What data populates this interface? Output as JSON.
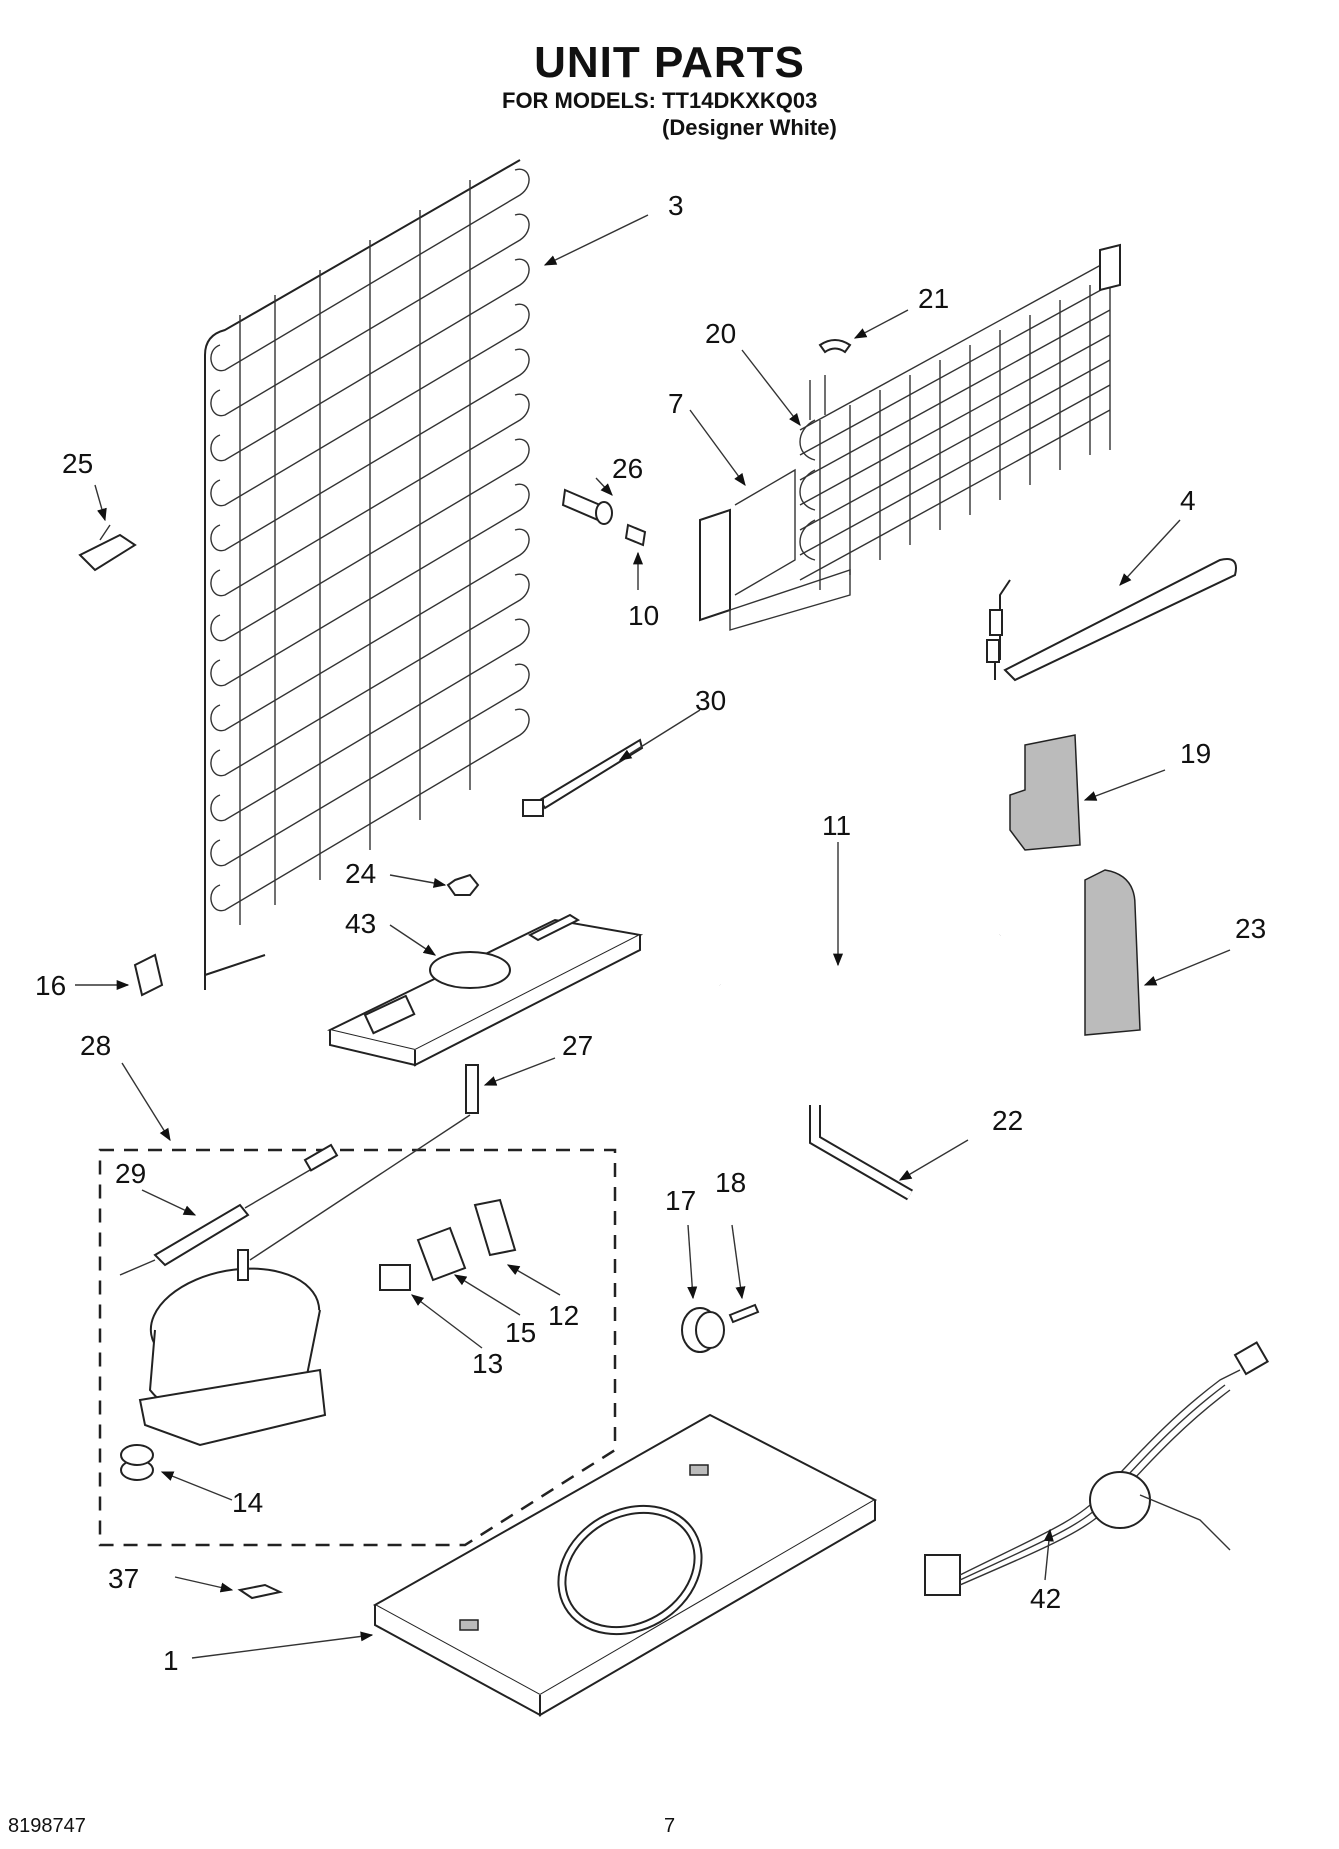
{
  "header": {
    "title": "UNIT PARTS",
    "models_line": "FOR MODELS: TT14DKXKQ03",
    "variant_line": "(Designer White)"
  },
  "callouts": [
    "3",
    "21",
    "20",
    "7",
    "26",
    "25",
    "10",
    "4",
    "30",
    "19",
    "11",
    "24",
    "43",
    "23",
    "16",
    "27",
    "28",
    "22",
    "29",
    "17",
    "18",
    "12",
    "15",
    "13",
    "14",
    "37",
    "42",
    "1"
  ],
  "footer": {
    "part_number": "8198747",
    "page_number": "7"
  }
}
